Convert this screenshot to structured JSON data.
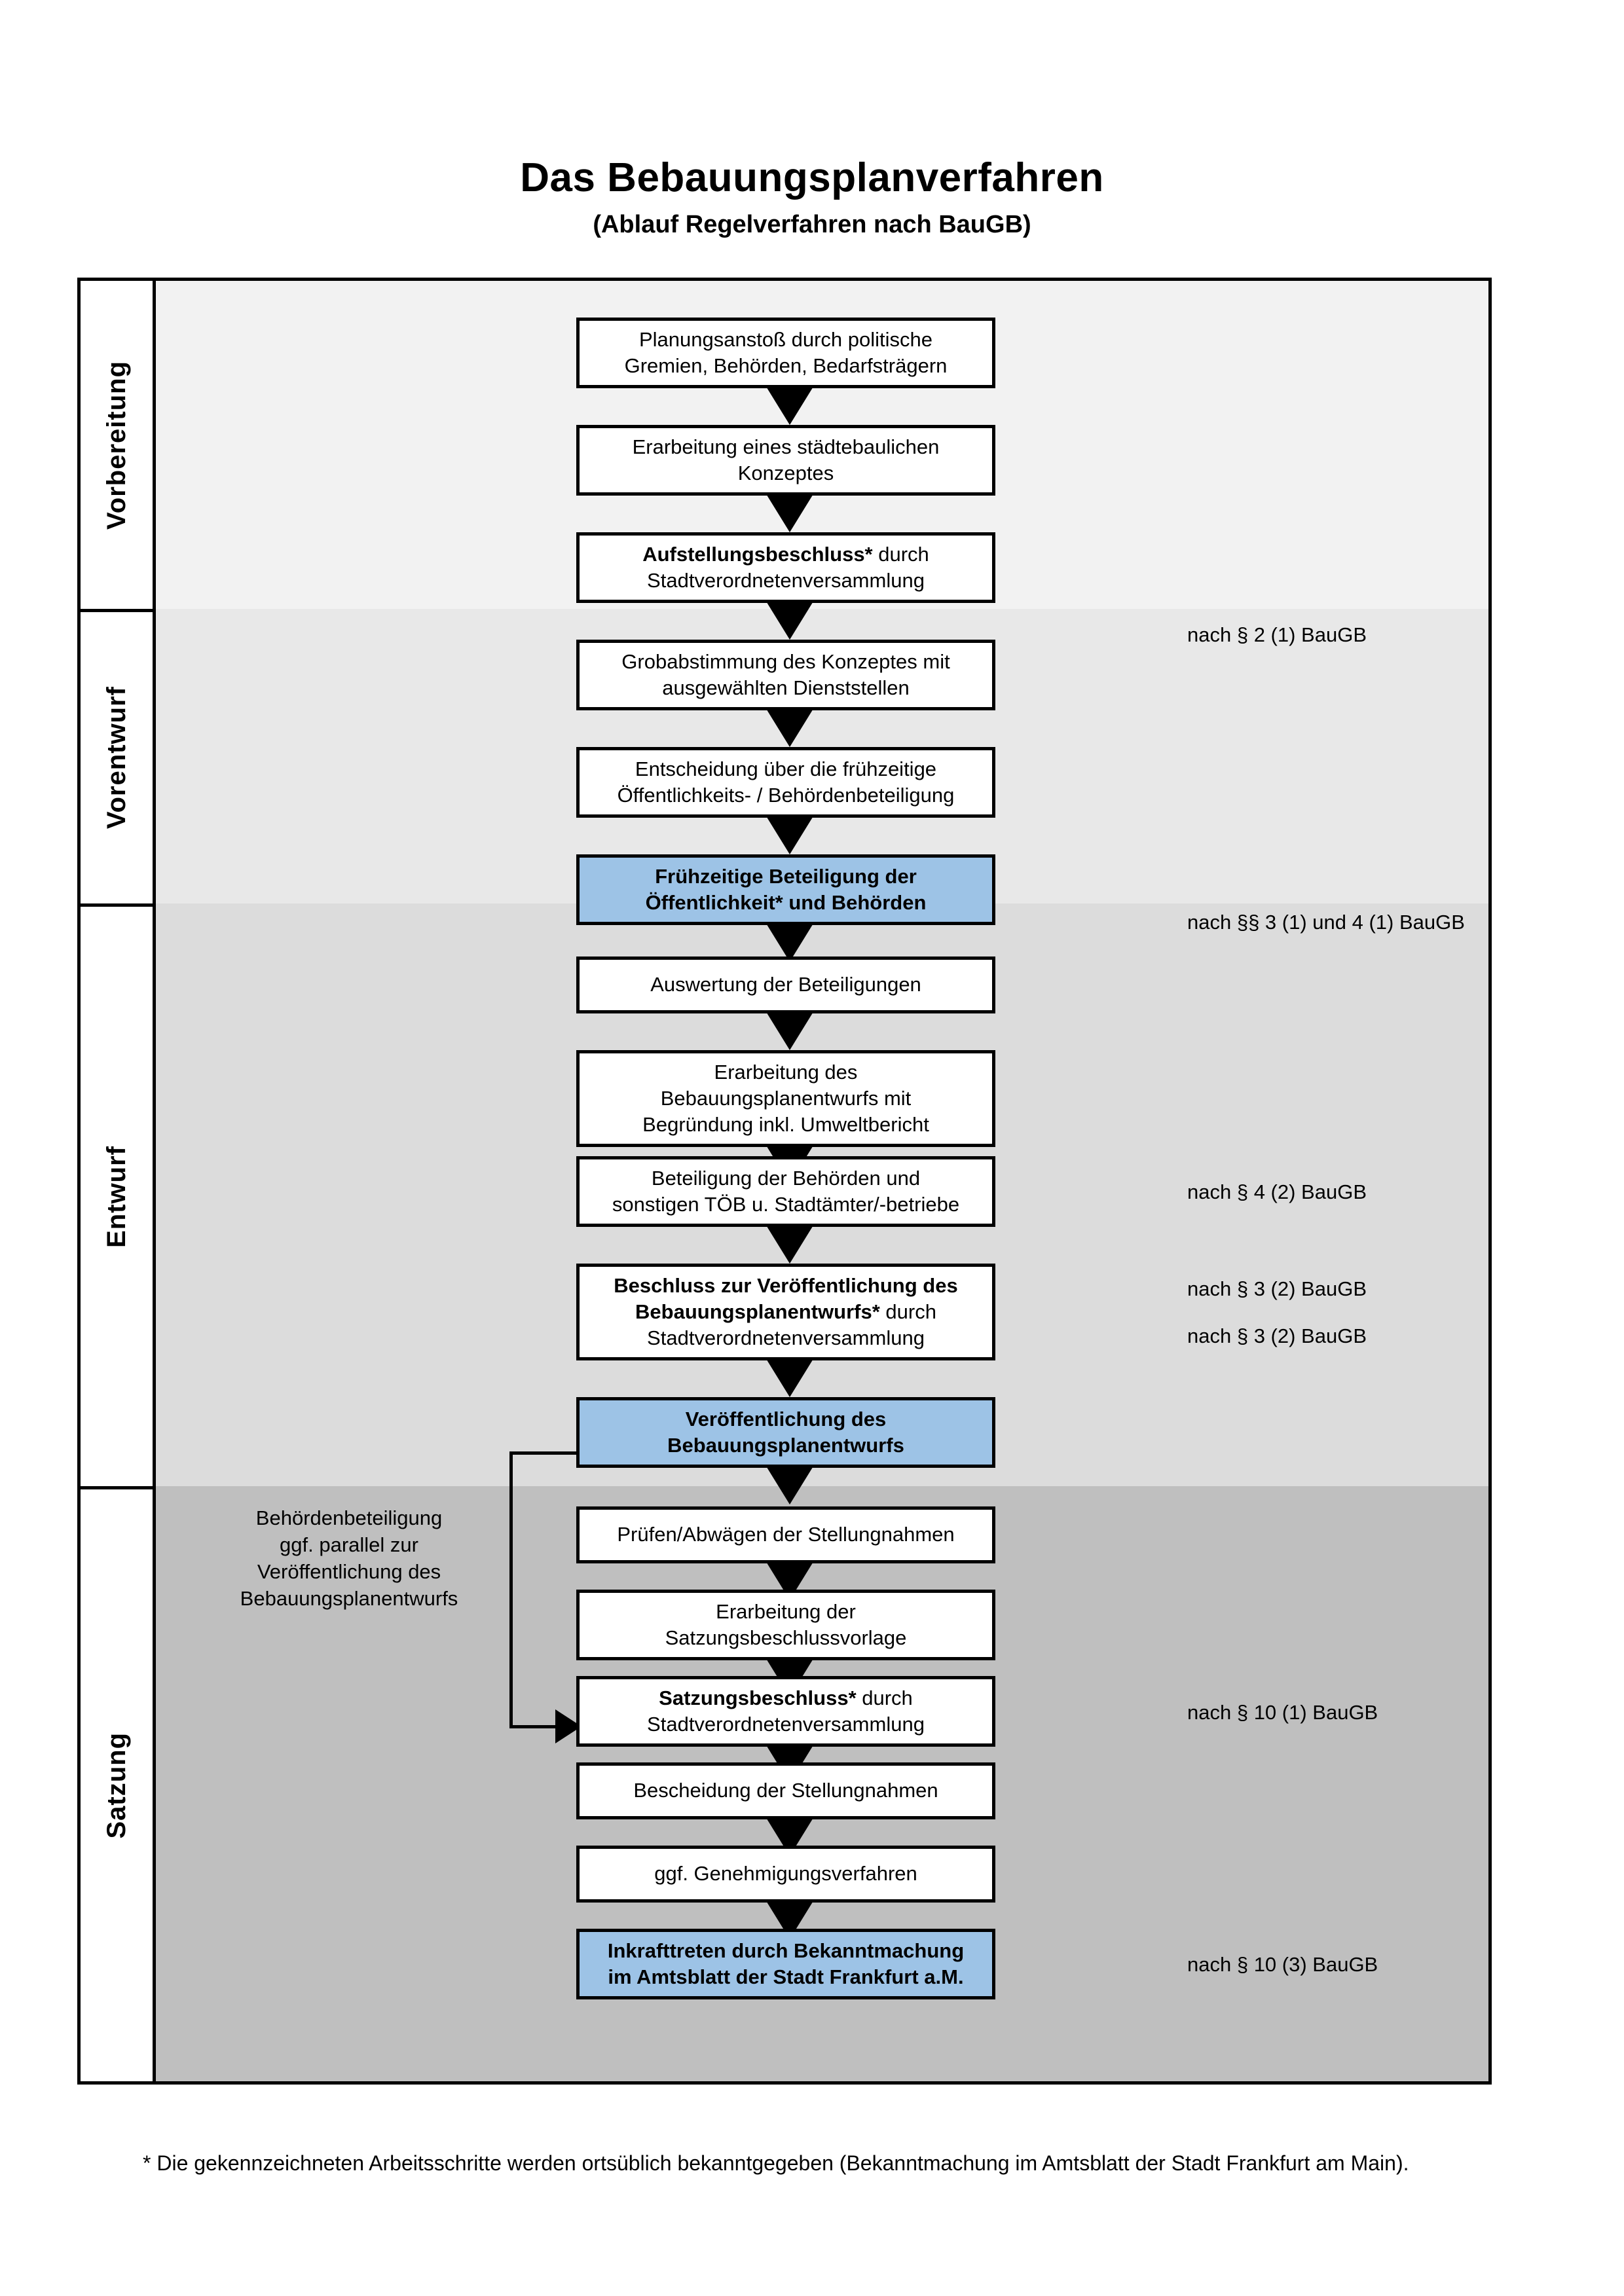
{
  "header": {
    "title": "Das Bebauungsplanverfahren",
    "subtitle": "(Ablauf Regelverfahren nach BauGB)"
  },
  "sections": [
    {
      "label": "Vorbereitung"
    },
    {
      "label": "Vorentwurf"
    },
    {
      "label": "Entwurf"
    },
    {
      "label": "Satzung"
    }
  ],
  "nodes": {
    "n1": {
      "line1": "Planungsanstoß durch politische",
      "line2": "Gremien, Behörden, Bedarfsträgern"
    },
    "n2": {
      "line1": "Erarbeitung eines städtebaulichen",
      "line2": "Konzeptes"
    },
    "n3": {
      "bold": "Aufstellungsbeschluss*",
      "rest": " durch",
      "line2": "Stadtverordnetenversammlung"
    },
    "n4": {
      "line1": "Grobabstimmung des Konzeptes mit",
      "line2": "ausgewählten Dienststellen"
    },
    "n5": {
      "line1": "Entscheidung über die frühzeitige",
      "line2": "Öffentlichkeits- / Behördenbeteiligung"
    },
    "n6": {
      "line1": "Frühzeitige Beteiligung der",
      "line2": "Öffentlichkeit* und Behörden"
    },
    "n7": {
      "line1": "Auswertung der Beteiligungen"
    },
    "n8": {
      "line1": "Erarbeitung des",
      "line2": "Bebauungsplanentwurfs mit",
      "line3": "Begründung inkl. Umweltbericht"
    },
    "n9": {
      "line1": "Beteiligung der Behörden und",
      "line2": "sonstigen TÖB u. Stadtämter/-betriebe"
    },
    "n10": {
      "bold1": "Beschluss zur Veröffentlichung des",
      "bold2": "Bebauungsplanentwurfs*",
      "rest": " durch",
      "line3": "Stadtverordnetenversammlung"
    },
    "n11": {
      "line1": "Veröffentlichung des",
      "line2": "Bebauungsplanentwurfs"
    },
    "n12": {
      "line1": "Prüfen/Abwägen der Stellungnahmen"
    },
    "n13": {
      "line1": "Erarbeitung der",
      "line2": "Satzungsbeschlussvorlage"
    },
    "n14": {
      "bold": "Satzungsbeschluss*",
      "rest": " durch",
      "line2": "Stadtverordnetenversammlung"
    },
    "n15": {
      "line1": "Bescheidung der Stellungnahmen"
    },
    "n16": {
      "line1": "ggf. Genehmigungsverfahren"
    },
    "n17": {
      "bold": "Inkrafttreten",
      "rest": " durch Bekanntmachung",
      "line2": "im Amtsblatt der Stadt Frankfurt a.M."
    }
  },
  "references": {
    "r1": "nach § 2 (1) BauGB",
    "r2": "nach §§ 3 (1) und 4 (1) BauGB",
    "r3": "nach § 4 (2) BauGB",
    "r4": "nach § 3 (2) BauGB",
    "r5": "nach § 3 (2) BauGB",
    "r6": "nach § 10 (1) BauGB",
    "r7": "nach § 10 (3) BauGB"
  },
  "sidenote": {
    "line1": "Behördenbeteiligung",
    "line2": "ggf. parallel zur",
    "line3": "Veröffentlichung des",
    "line4": "Bebauungsplanentwurfs"
  },
  "footnote": {
    "text": "* Die gekennzeichneten Arbeitsschritte werden ortsüblich bekanntgegeben (Bekanntmachung im Amtsblatt  der Stadt Frankfurt am Main)."
  },
  "colors": {
    "highlight_blue": "#9dc3e6",
    "band1": "#f2f2f2",
    "band2": "#e8e8e8",
    "band3": "#dcdcdc",
    "band4": "#bfbfbf"
  }
}
